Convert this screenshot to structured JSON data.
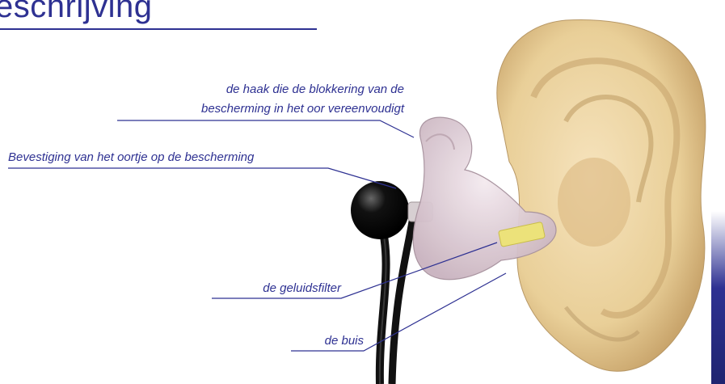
{
  "title": "eschrijving",
  "labels": {
    "hook_line1": "de haak die de blokkering van de",
    "hook_line2": "bescherming in het oor vereenvoudigt",
    "attachment": "Bevestiging van het oortje op de bescherming",
    "filter": "de geluidsfilter",
    "tube": "de buis"
  },
  "colors": {
    "accent": "#2e3192",
    "ear_skin": "#efd6a4",
    "earpiece": "#e6d4dc",
    "filter": "#ece27a",
    "cable": "#111111"
  }
}
